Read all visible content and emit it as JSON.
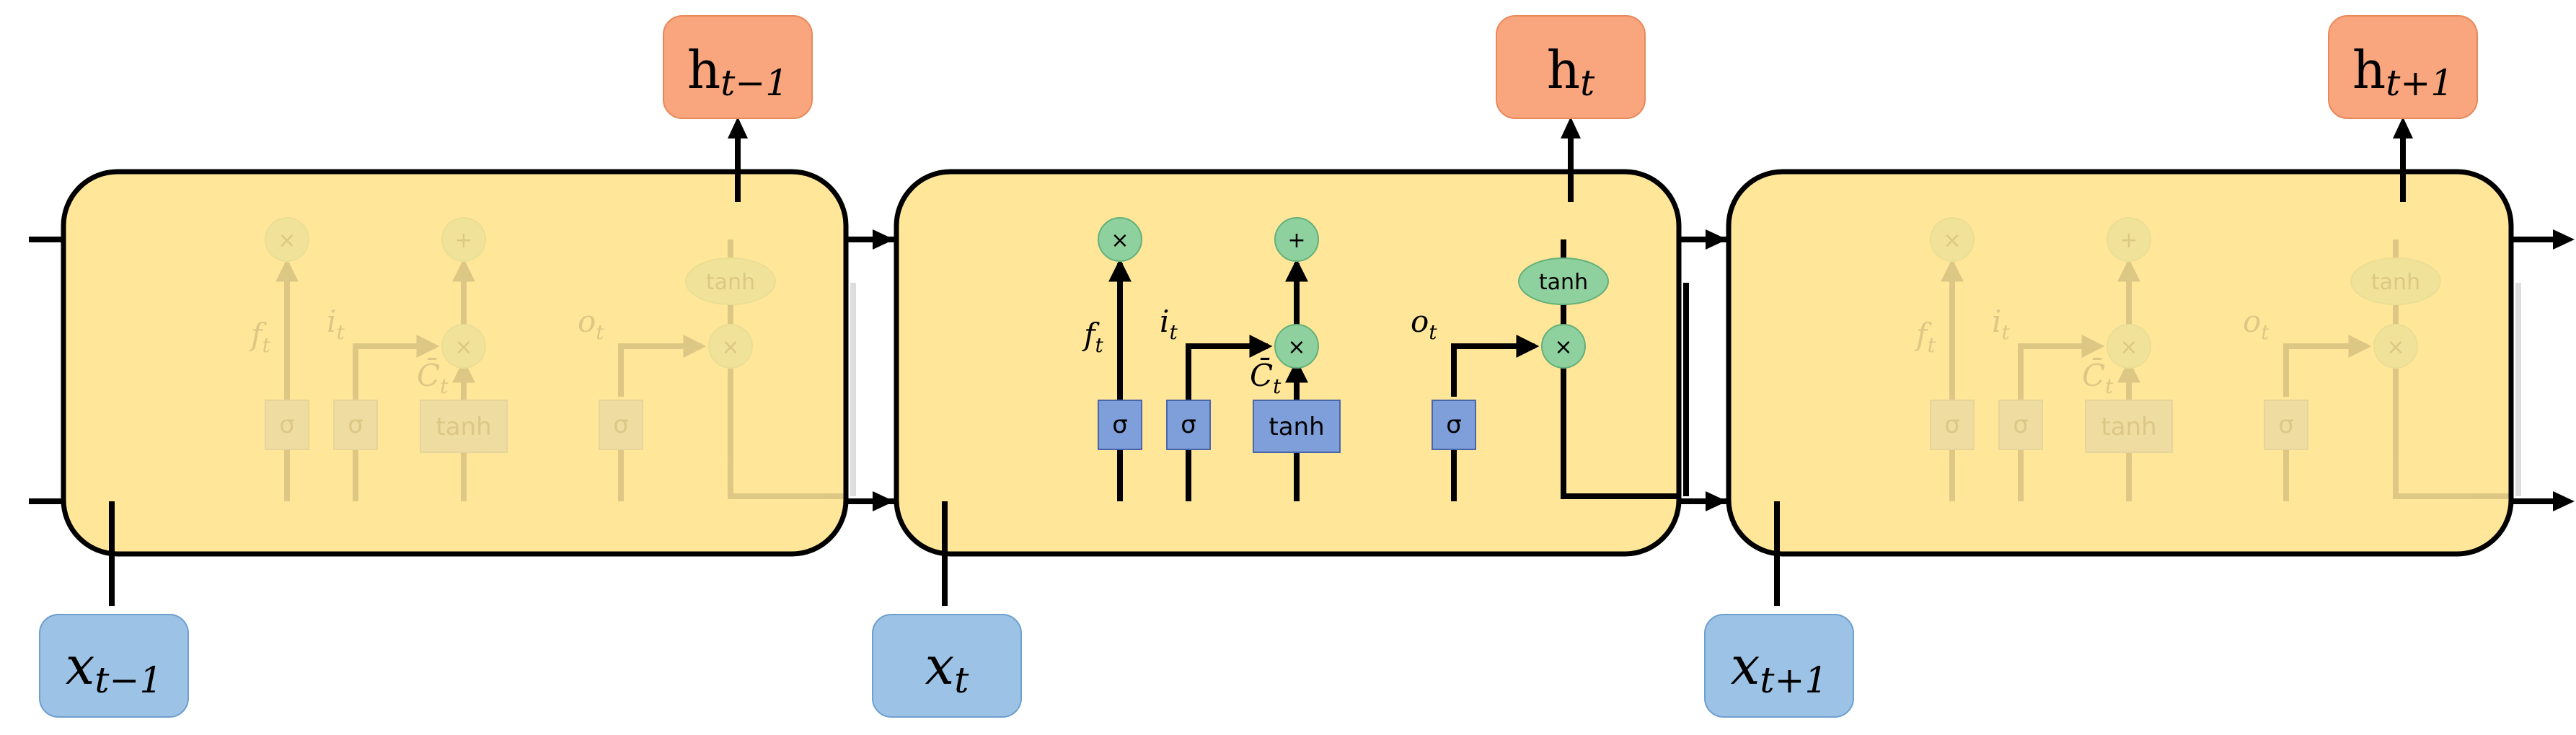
{
  "cells": [
    {
      "hidden_label": "h",
      "hidden_sub": "t−1",
      "input_label": "x",
      "input_sub": "t−1",
      "faded": true
    },
    {
      "hidden_label": "h",
      "hidden_sub": "t",
      "input_label": "x",
      "input_sub": "t",
      "faded": false
    },
    {
      "hidden_label": "h",
      "hidden_sub": "t+1",
      "input_label": "x",
      "input_sub": "t+1",
      "faded": true
    }
  ],
  "gates": {
    "sigma": "σ",
    "tanh": "tanh",
    "multiply": "×",
    "add": "+"
  },
  "gate_labels": {
    "forget": {
      "base": "f",
      "sub": "t"
    },
    "input": {
      "base": "i",
      "sub": "t"
    },
    "candidate": {
      "base": "C̄",
      "sub": "t"
    },
    "output": {
      "base": "o",
      "sub": "t"
    }
  },
  "colors": {
    "cell_fill": "#ffe699",
    "gate_sigma": "#7f9fda",
    "pointwise_op": "#8fd19e",
    "hidden_state": "#f9a67e",
    "input_state": "#9cc3e6"
  }
}
